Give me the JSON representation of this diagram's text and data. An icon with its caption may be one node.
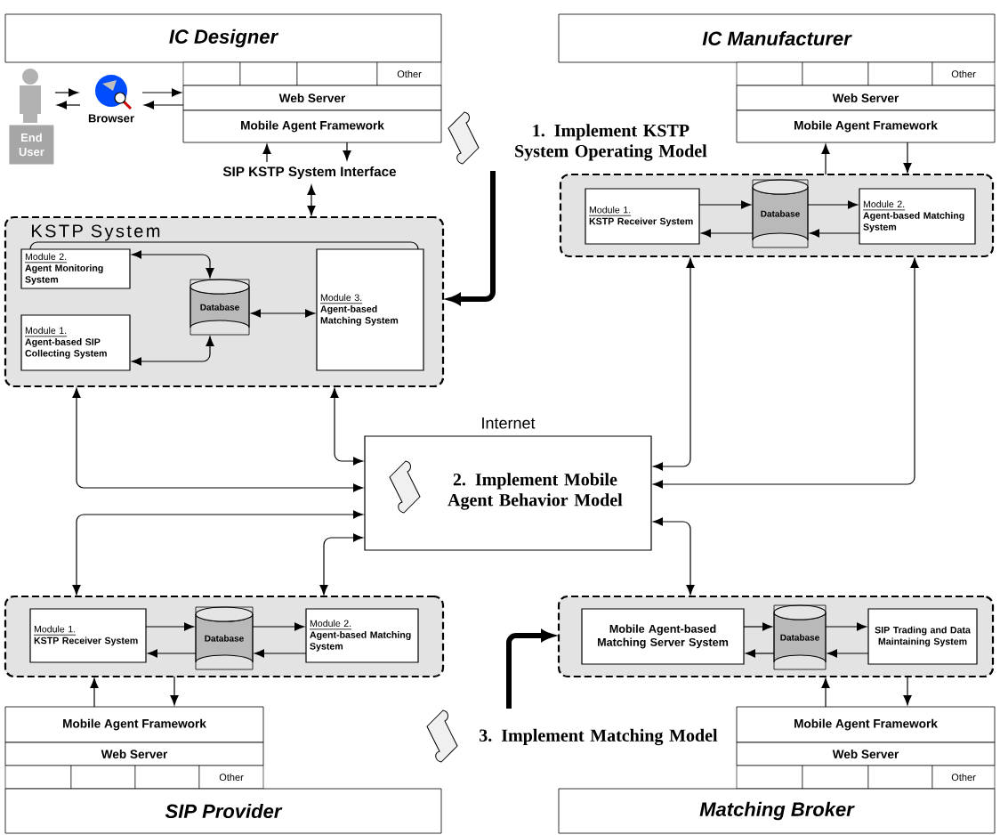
{
  "diagram": {
    "nodes": [
      {
        "text": [
          "IC Designer"
        ]
      },
      {
        "text": [],
        "shape": "box"
      },
      {
        "text": [],
        "shape": "box"
      },
      {
        "text": [],
        "shape": "box"
      },
      {
        "text": [
          "Other"
        ]
      },
      {
        "text": [
          "Web Server"
        ]
      },
      {
        "text": [
          "Mobile Agent Framework"
        ]
      },
      {
        "text": [
          "End User"
        ]
      },
      {
        "text": [
          "Browser"
        ]
      },
      {
        "text": [
          "SIP KSTP System Interface"
        ]
      },
      {
        "text": [
          "KSTP System"
        ]
      },
      {
        "text": [
          "Module 2.",
          "Agent Monitoring System"
        ],
        "in": 10
      },
      {
        "text": [
          "Module 1.",
          "Agent-based SIP Collecting System"
        ],
        "in": 10
      },
      {
        "text": [
          "Database"
        ],
        "in": 10
      },
      {
        "text": [
          "Module 3.",
          "Agent-based Matching System"
        ],
        "in": 10
      },
      {
        "text": [
          "1. Implement KSTP System Operating Model"
        ]
      },
      {
        "text": [
          "IC Manufacturer"
        ]
      },
      {
        "text": [],
        "shape": "box"
      },
      {
        "text": [],
        "shape": "box"
      },
      {
        "text": [],
        "shape": "box"
      },
      {
        "text": [
          "Other"
        ]
      },
      {
        "text": [
          "Web Server"
        ]
      },
      {
        "text": [
          "Mobile Agent Framework"
        ]
      },
      {
        "text": [],
        "shape": "box"
      },
      {
        "text": [
          "Module 1.",
          "KSTP Receiver System"
        ],
        "in": 23
      },
      {
        "text": [
          "Database"
        ],
        "in": 23
      },
      {
        "text": [
          "Module 2.",
          "Agent-based Matching System"
        ],
        "in": 23
      },
      {
        "text": [
          "Internet",
          "2. Implement Mobile Agent Behavior Model"
        ]
      },
      {
        "text": [],
        "shape": "box"
      },
      {
        "text": [
          "Module 1.",
          "KSTP Receiver System"
        ],
        "in": 28
      },
      {
        "text": [
          "Database"
        ],
        "in": 28
      },
      {
        "text": [
          "Module 2.",
          "Agent-based Matching System"
        ],
        "in": 28
      },
      {
        "text": [
          "Mobile Agent Framework"
        ]
      },
      {
        "text": [
          "Web Server"
        ]
      },
      {
        "text": [],
        "shape": "box"
      },
      {
        "text": [],
        "shape": "box"
      },
      {
        "text": [],
        "shape": "box"
      },
      {
        "text": [
          "Other"
        ]
      },
      {
        "text": [
          "SIP Provider"
        ]
      },
      {
        "text": [
          "3. Implement Matching Model"
        ]
      },
      {
        "text": [],
        "shape": "box"
      },
      {
        "text": [
          "Mobile Agent-based Matching Server System"
        ],
        "in": 40
      },
      {
        "text": [
          "Database"
        ],
        "in": 40
      },
      {
        "text": [
          "SIP Trading and Data Maintaining System"
        ],
        "in": 40
      },
      {
        "text": [
          "Mobile Agent Framework"
        ]
      },
      {
        "text": [
          "Web Server"
        ]
      },
      {
        "text": [],
        "shape": "box"
      },
      {
        "text": [],
        "shape": "box"
      },
      {
        "text": [],
        "shape": "box"
      },
      {
        "text": [
          "Other"
        ]
      },
      {
        "text": [
          "Matching Broker"
        ]
      }
    ],
    "edges": [
      {
        "from": 7,
        "to": 8,
        "arrow": "to"
      },
      {
        "from": 8,
        "to": 5,
        "arrow": "to"
      },
      {
        "from": 5,
        "to": 8,
        "arrow": "to"
      },
      {
        "from": 8,
        "to": 7,
        "arrow": "to"
      },
      {
        "from": 6,
        "to": 9,
        "arrow": "to"
      },
      {
        "from": 9,
        "to": 6,
        "arrow": "to"
      },
      {
        "from": 9,
        "to": 10,
        "arrow": "both"
      },
      {
        "from": 11,
        "to": 14,
        "arrow": "none"
      },
      {
        "from": 11,
        "to": 13,
        "arrow": "both"
      },
      {
        "from": 12,
        "to": 13,
        "arrow": "both"
      },
      {
        "from": 13,
        "to": 14,
        "arrow": "both"
      },
      {
        "from": 15,
        "to": 10,
        "arrow": "to",
        "style": "thick"
      },
      {
        "from": 22,
        "to": 23,
        "arrow": "to"
      },
      {
        "from": 23,
        "to": 22,
        "arrow": "to"
      },
      {
        "from": 24,
        "to": 25,
        "arrow": "to"
      },
      {
        "from": 25,
        "to": 24,
        "arrow": "to"
      },
      {
        "from": 25,
        "to": 26,
        "arrow": "to"
      },
      {
        "from": 26,
        "to": 25,
        "arrow": "to"
      },
      {
        "from": 10,
        "to": 27,
        "arrow": "both"
      },
      {
        "from": 10,
        "to": 27,
        "arrow": "both"
      },
      {
        "from": 23,
        "to": 27,
        "arrow": "both"
      },
      {
        "from": 23,
        "to": 27,
        "arrow": "both"
      },
      {
        "from": 27,
        "to": 28,
        "arrow": "both"
      },
      {
        "from": 27,
        "to": 28,
        "arrow": "both"
      },
      {
        "from": 29,
        "to": 30,
        "arrow": "to"
      },
      {
        "from": 30,
        "to": 29,
        "arrow": "to"
      },
      {
        "from": 30,
        "to": 31,
        "arrow": "to"
      },
      {
        "from": 31,
        "to": 30,
        "arrow": "to"
      },
      {
        "from": 32,
        "to": 28,
        "arrow": "to"
      },
      {
        "from": 28,
        "to": 32,
        "arrow": "to"
      },
      {
        "from": 27,
        "to": 40,
        "arrow": "both"
      },
      {
        "from": 39,
        "to": 40,
        "arrow": "to",
        "style": "thick"
      },
      {
        "from": 41,
        "to": 42,
        "arrow": "to"
      },
      {
        "from": 42,
        "to": 41,
        "arrow": "to"
      },
      {
        "from": 42,
        "to": 43,
        "arrow": "to"
      },
      {
        "from": 43,
        "to": 42,
        "arrow": "to"
      },
      {
        "from": 44,
        "to": 40,
        "arrow": "to"
      },
      {
        "from": 40,
        "to": 44,
        "arrow": "to"
      }
    ]
  }
}
